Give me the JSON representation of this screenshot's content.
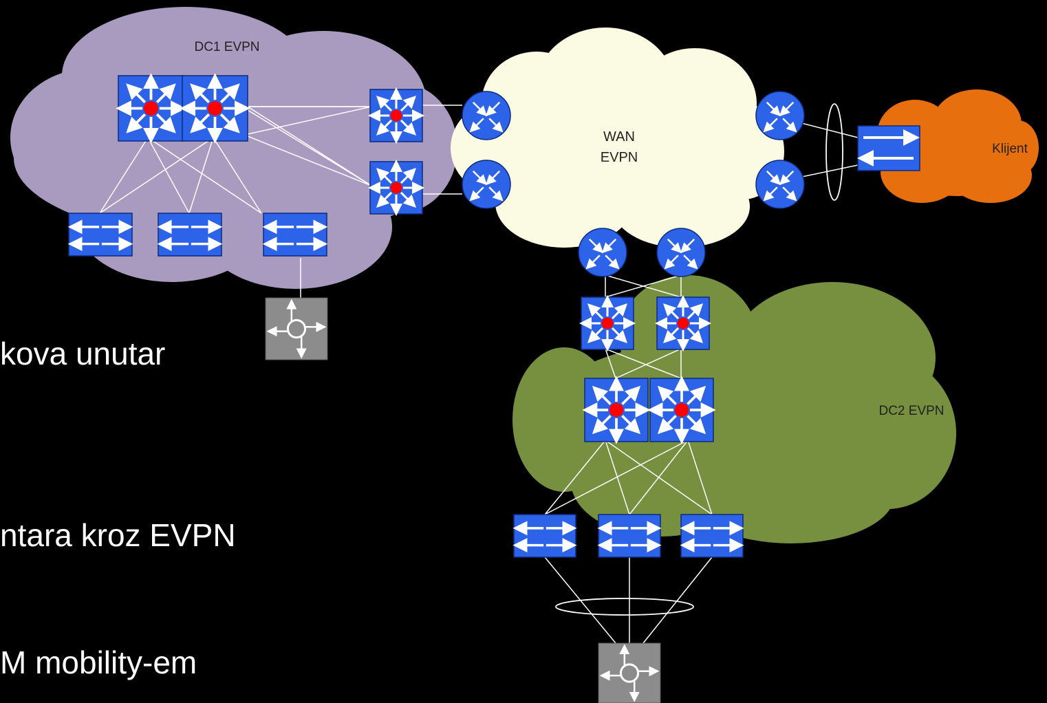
{
  "clouds": {
    "dc1": "DC1 EVPN",
    "wan_line1": "WAN",
    "wan_line2": "EVPN",
    "client": "Klijent",
    "dc2": "DC2 EVPN"
  },
  "text_fragments": [
    "kova unutar",
    "ntara kroz EVPN",
    "M mobility-em"
  ],
  "colors": {
    "background": "#000000",
    "dc1_cloud": "#a99bc0",
    "wan_cloud": "#fbfbe3",
    "client_cloud": "#e86f0e",
    "dc2_cloud": "#76903f",
    "device_blue": "#2d63e8",
    "device_gray": "#8c8c8c",
    "core_dot": "#ff0000"
  },
  "icons": {
    "core_switch": "multilayer-switch-icon",
    "router": "router-icon",
    "access_switch": "l2-switch-icon",
    "server": "server-vm-icon"
  }
}
